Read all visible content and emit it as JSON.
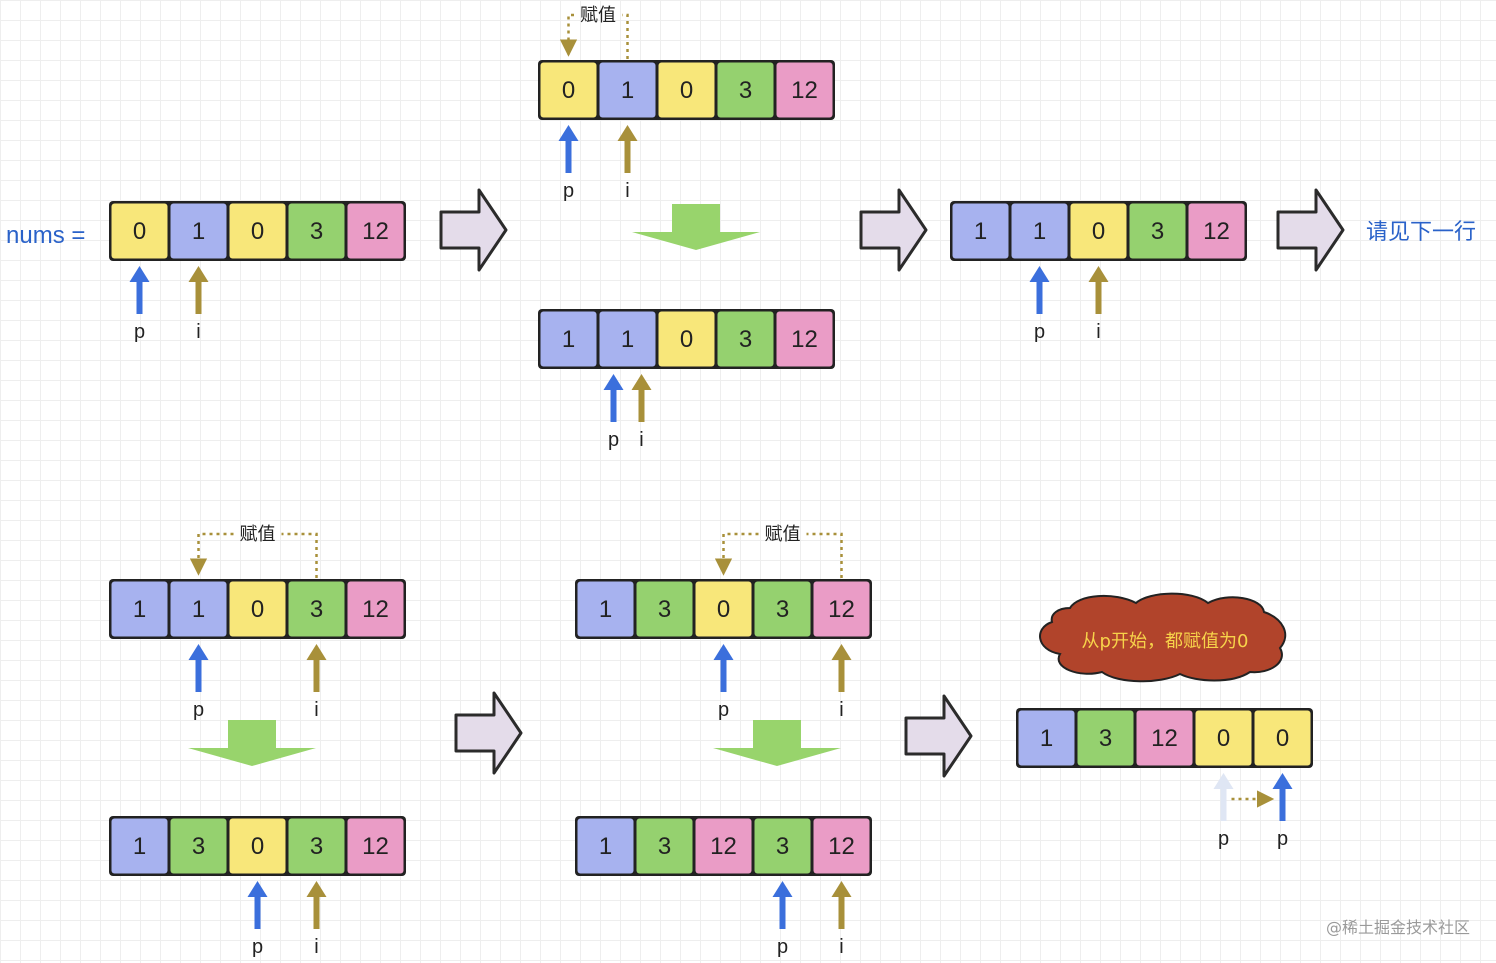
{
  "labels": {
    "nums": "nums =",
    "assign": "赋值",
    "see_next_line": "请见下一行",
    "cloud": "从p开始，都赋值为0",
    "watermark": "@稀土掘金技术社区"
  },
  "colors": {
    "0": "#f8e77a",
    "1": "#a7b2ef",
    "3": "#95d16f",
    "12": "#ea9cc6",
    "p_arrow": "#3b6fdc",
    "i_arrow": "#a8903a",
    "big_arrow": "#e4dcea",
    "down_arrow": "#98d46c",
    "cloud": "#b1442b"
  },
  "arrays": [
    {
      "id": "initial",
      "values": [
        0,
        1,
        0,
        3,
        12
      ],
      "pointers": [
        {
          "name": "p",
          "index": 0
        },
        {
          "name": "i",
          "index": 1
        }
      ]
    },
    {
      "id": "r1-step1-before",
      "values": [
        0,
        1,
        0,
        3,
        12
      ],
      "pointers": [
        {
          "name": "p",
          "index": 0
        },
        {
          "name": "i",
          "index": 1
        }
      ],
      "assign": {
        "from": 1,
        "to": 0
      }
    },
    {
      "id": "r1-step1-after",
      "values": [
        1,
        1,
        0,
        3,
        12
      ],
      "pointers": [
        {
          "name": "p",
          "index": 1
        },
        {
          "name": "i",
          "index": 1
        }
      ]
    },
    {
      "id": "r1-step2",
      "values": [
        1,
        1,
        0,
        3,
        12
      ],
      "pointers": [
        {
          "name": "p",
          "index": 1
        },
        {
          "name": "i",
          "index": 2
        }
      ]
    },
    {
      "id": "r2-step1-before",
      "values": [
        1,
        1,
        0,
        3,
        12
      ],
      "pointers": [
        {
          "name": "p",
          "index": 1
        },
        {
          "name": "i",
          "index": 3
        }
      ],
      "assign": {
        "from": 3,
        "to": 1
      }
    },
    {
      "id": "r2-step1-after",
      "values": [
        1,
        3,
        0,
        3,
        12
      ],
      "pointers": [
        {
          "name": "p",
          "index": 2
        },
        {
          "name": "i",
          "index": 3
        }
      ]
    },
    {
      "id": "r2-step2-before",
      "values": [
        1,
        3,
        0,
        3,
        12
      ],
      "pointers": [
        {
          "name": "p",
          "index": 2
        },
        {
          "name": "i",
          "index": 4
        }
      ],
      "assign": {
        "from": 4,
        "to": 2
      }
    },
    {
      "id": "r2-step2-after",
      "values": [
        1,
        3,
        12,
        3,
        12
      ],
      "pointers": [
        {
          "name": "p",
          "index": 3
        },
        {
          "name": "i",
          "index": 4
        }
      ]
    },
    {
      "id": "final",
      "values": [
        1,
        3,
        12,
        0,
        0
      ],
      "pointers": [
        {
          "name": "p",
          "index": 3,
          "faded": true
        },
        {
          "name": "p",
          "index": 4
        }
      ]
    }
  ]
}
